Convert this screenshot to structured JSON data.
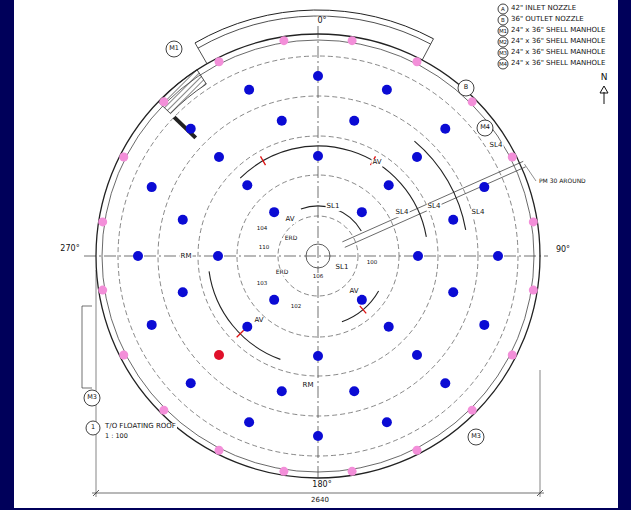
{
  "diagram": {
    "labels": [
      "0°",
      "90°",
      "180°",
      "270°",
      "N",
      "A",
      "B",
      "M1",
      "M2",
      "M3",
      "M4",
      "M1",
      "B",
      "M4",
      "M3",
      "M3",
      "SL4",
      "SL4",
      "SL4",
      "SL4",
      "SL1",
      "SL1",
      "AV",
      "AV",
      "AV",
      "AV",
      "RM",
      "RM",
      "ERD",
      "ERD",
      "PM 30 AROUND",
      "1",
      "T/O FLOATING ROOF",
      "1 : 100",
      "2640",
      "104",
      "110",
      "103",
      "102",
      "100",
      "106"
    ],
    "legend": [
      {
        "text": "42\" INLET NOZZLE"
      },
      {
        "text": "36\" OUTLET NOZZLE"
      },
      {
        "text": "24\" x 36\" SHELL MANHOLE"
      },
      {
        "text": "24\" x 36\" SHELL MANHOLE"
      },
      {
        "text": "24\" x 36\" SHELL MANHOLE"
      },
      {
        "text": "24\" x 36\" SHELL MANHOLE"
      }
    ]
  }
}
